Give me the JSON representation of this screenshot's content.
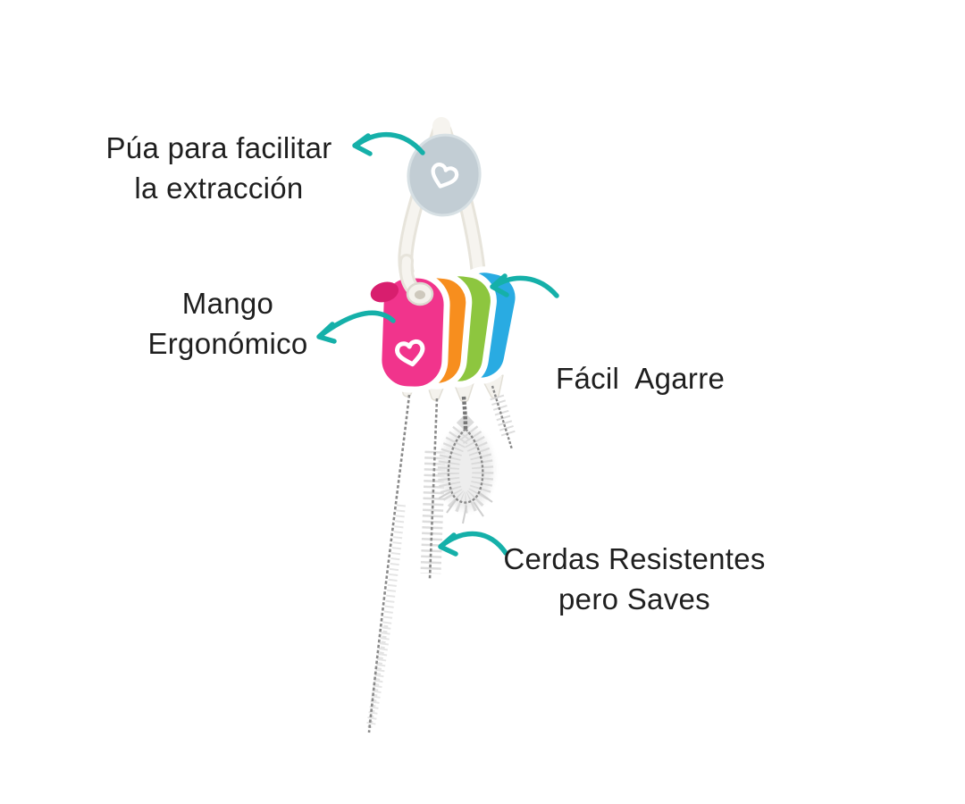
{
  "annotations": {
    "pua": {
      "line1": "Púa para facilitar",
      "line2": "la extracción"
    },
    "mango": {
      "line1": "Mango",
      "line2": "Ergonómico"
    },
    "facil": {
      "text": "Fácil  Agarre"
    },
    "cerdas": {
      "line1": "Cerdas Resistentes",
      "line2": "pero Saves"
    }
  },
  "icons": {
    "brand_heart": "♥"
  },
  "colors": {
    "background": "#ffffff",
    "text": "#1f1f1f",
    "arrow": "#15b0a9",
    "handle_pink": "#f1348c",
    "handle_pink_dark": "#d81e6e",
    "handle_orange": "#f78e1e",
    "handle_green": "#8dc63f",
    "handle_blue": "#29abe2",
    "disc": "#c2cdd4",
    "hook_white": "#f6f4ef",
    "hook_shade": "#e7e4db",
    "heart_white": "#ffffff",
    "wire": "#8a8a8a",
    "wire_dark": "#777777",
    "bristle": "#d7d7d7",
    "fluff": "#ececec"
  }
}
